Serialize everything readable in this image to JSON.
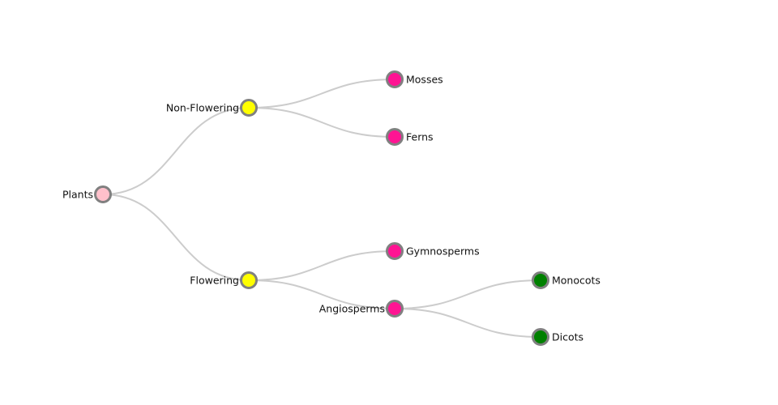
{
  "tree": {
    "root": "plants",
    "nodes": [
      {
        "id": "plants",
        "label": "Plants",
        "color": "#ffc0cb",
        "parent": null
      },
      {
        "id": "non-flowering",
        "label": "Non-Flowering",
        "color": "#ffff00",
        "parent": "plants"
      },
      {
        "id": "flowering",
        "label": "Flowering",
        "color": "#ffff00",
        "parent": "plants"
      },
      {
        "id": "mosses",
        "label": "Mosses",
        "color": "#ff1493",
        "parent": "non-flowering"
      },
      {
        "id": "ferns",
        "label": "Ferns",
        "color": "#ff1493",
        "parent": "non-flowering"
      },
      {
        "id": "gymnosperms",
        "label": "Gymnosperms",
        "color": "#ff1493",
        "parent": "flowering"
      },
      {
        "id": "angiosperms",
        "label": "Angiosperms",
        "color": "#ff1493",
        "parent": "flowering"
      },
      {
        "id": "monocots",
        "label": "Monocots",
        "color": "#008000",
        "parent": "angiosperms"
      },
      {
        "id": "dicots",
        "label": "Dicots",
        "color": "#008000",
        "parent": "angiosperms"
      }
    ],
    "link_color": "#cccccc",
    "node_stroke_color": "#808080"
  }
}
